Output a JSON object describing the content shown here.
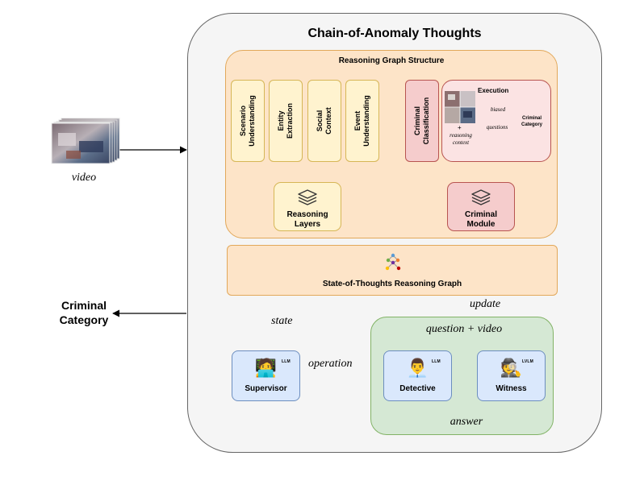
{
  "diagram": {
    "title": "Chain-of-Anomaly Thoughts",
    "input_label": "video",
    "output_label": "Criminal\nCategory",
    "reasoning_graph": {
      "title": "Reasoning Graph Structure",
      "layers": [
        "Scenario\nUnderstanding",
        "Entity\nExtraction",
        "Social\nContext",
        "Event\nUnderstanding"
      ],
      "layers_label": "Reasoning\nLayers",
      "criminal_classification": "Criminal\nClassification",
      "execution": {
        "title": "Execution",
        "plus": "+",
        "context_label": "reasoning\ncontext",
        "arrow_top": "biased",
        "arrow_bottom": "questions",
        "result": "Criminal\nCategory"
      },
      "module_label": "Criminal\nModule"
    },
    "state_graph": {
      "label": "State-of-Thoughts Reasoning Graph",
      "icon": "graph-network-icon"
    },
    "edges": {
      "state": "state",
      "update": "update",
      "operation": "operation",
      "question_video": "question + video",
      "answer": "answer"
    },
    "supervisor": {
      "name": "Supervisor",
      "tag": "LLM",
      "emoji": "🧑‍💻"
    },
    "detective": {
      "name": "Detective",
      "tag": "LLM",
      "emoji": "👨‍💼"
    },
    "witness": {
      "name": "Witness",
      "tag": "LVLM",
      "emoji": "🕵️"
    },
    "colors": {
      "outer_bg": "#f5f5f5",
      "orange_fill": "#fde4c8",
      "orange_stroke": "#e2a85a",
      "yellow_fill": "#fff3cf",
      "red_fill": "#f5cccc",
      "green_fill": "#d5e8d4",
      "blue_fill": "#dae8fc"
    }
  }
}
